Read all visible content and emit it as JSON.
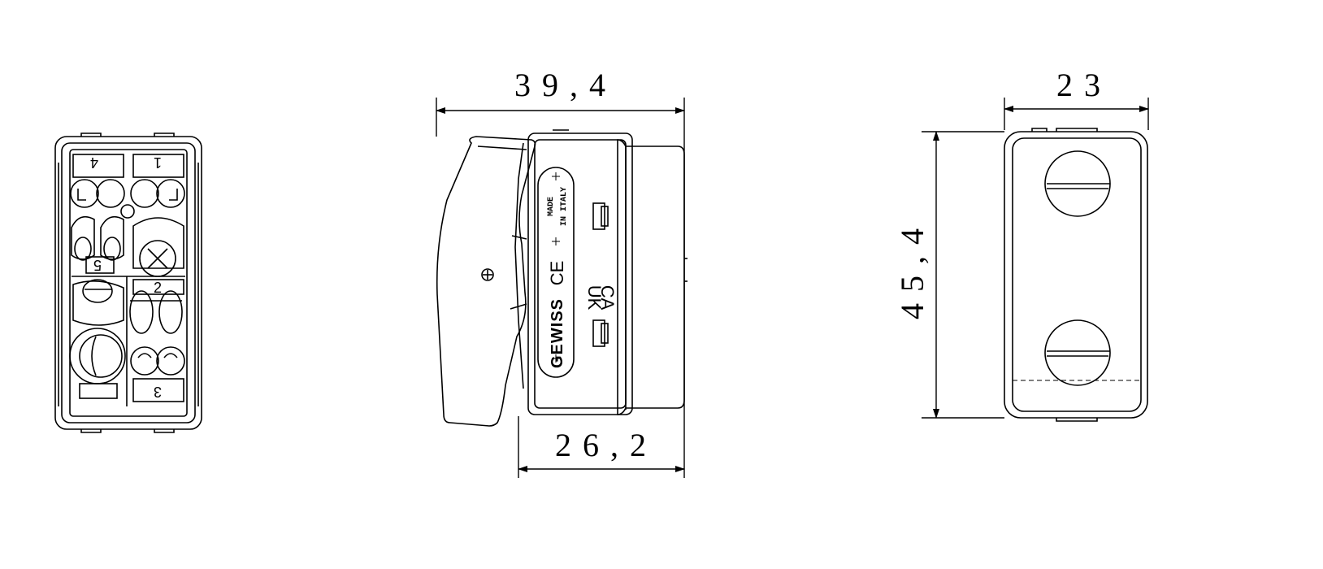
{
  "dimensions": {
    "side_total_width": "39,4",
    "side_body_width": "26,2",
    "rear_width": "23",
    "rear_height": "45,4"
  },
  "side_markings": {
    "brand": "GEWISS",
    "origin_line1": "MADE",
    "origin_line2": "IN ITALY",
    "uk_line1": "UK",
    "uk_line2": "CA",
    "ce_mark": "CE"
  },
  "terminal_numbers": {
    "top_left": "4",
    "top_right": "1",
    "middle_left": "5",
    "middle_right": "2",
    "bottom_right": "3"
  }
}
